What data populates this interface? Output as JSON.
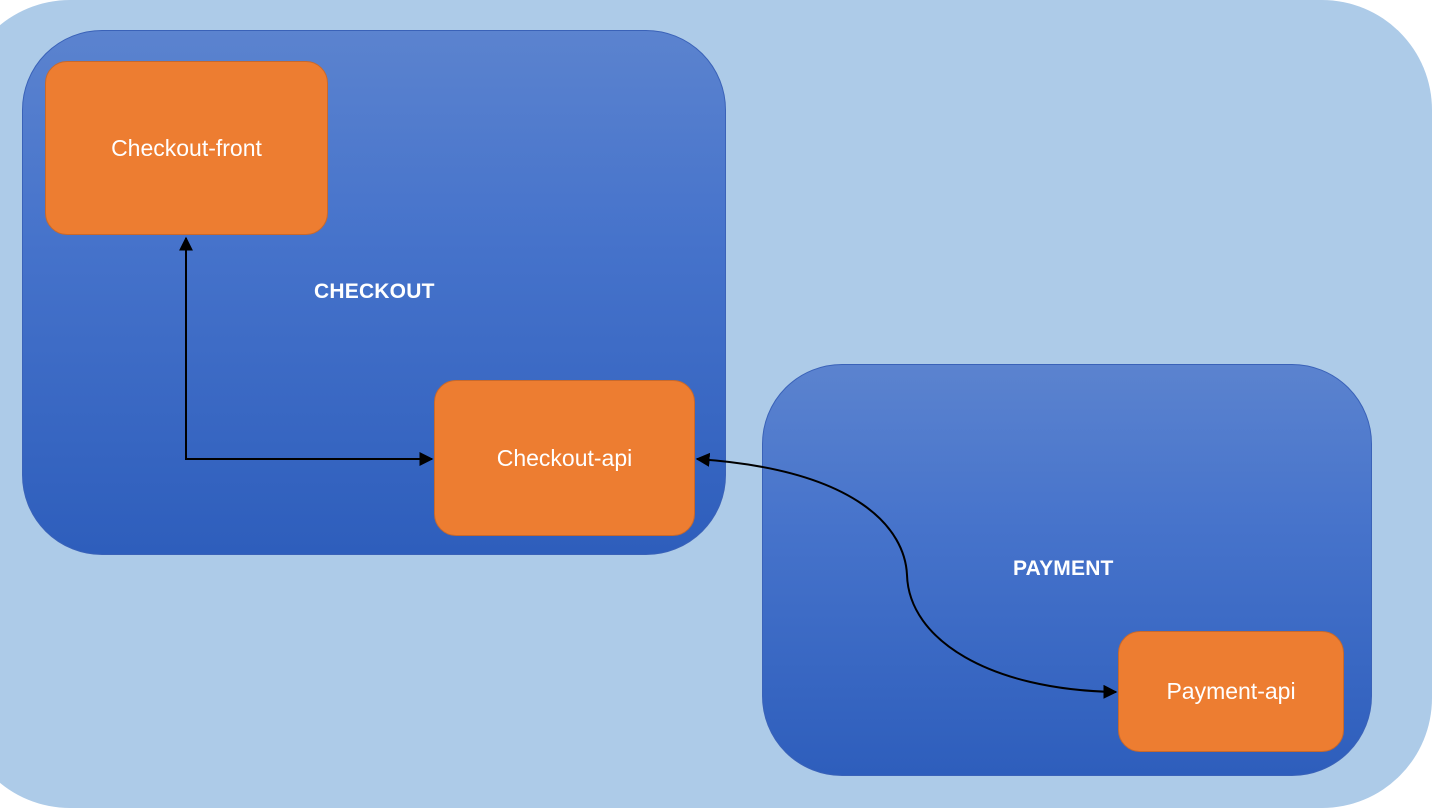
{
  "domains": {
    "checkout": {
      "label": "CHECKOUT"
    },
    "payment": {
      "label": "PAYMENT"
    }
  },
  "services": {
    "checkout_front": "Checkout-front",
    "checkout_api": "Checkout-api",
    "payment_api": "Payment-api"
  },
  "colors": {
    "background": "#adcbe8",
    "domain_fill": "#4673cb",
    "service_fill": "#ed7d31",
    "text": "#ffffff",
    "connector": "#000000"
  }
}
